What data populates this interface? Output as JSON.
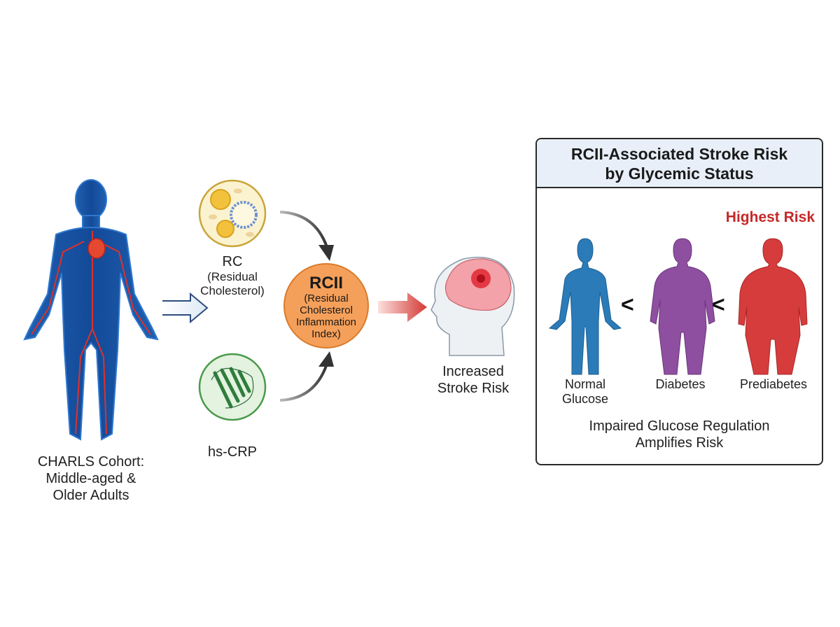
{
  "cohort": {
    "label_lines": [
      "CHARLS Cohort:",
      "Middle-aged &",
      "Older Adults"
    ],
    "icon": "human-circulatory-system-icon"
  },
  "rc": {
    "title": "RC",
    "subtitle_lines": [
      "(Residual",
      "Cholesterol)"
    ],
    "icon": "lipoprotein-particles-icon"
  },
  "crp": {
    "title": "hs-CRP",
    "icon": "protein-structure-icon"
  },
  "rcii": {
    "title": "RCII",
    "subtitle_lines": [
      "(Residual",
      "Cholesterol",
      "Inflammation",
      "Index)"
    ],
    "color": "#f5a05a"
  },
  "stroke": {
    "label_lines": [
      "Increased",
      "Stroke Risk"
    ],
    "icon": "brain-stroke-head-icon"
  },
  "panel": {
    "title_lines": [
      "RCII-Associated Stroke Risk",
      "by Glycemic Status"
    ],
    "highest_label": "Highest Risk",
    "comparator": "<",
    "groups": [
      {
        "label_lines": [
          "Normal",
          "Glucose"
        ],
        "color": "#2b7bb9"
      },
      {
        "label_lines": [
          "Diabetes"
        ],
        "color": "#8e4fa0"
      },
      {
        "label_lines": [
          "Prediabetes"
        ],
        "color": "#d63c3c"
      }
    ],
    "footer_lines": [
      "Impaired Glucose Regulation",
      "Amplifies Risk"
    ]
  }
}
